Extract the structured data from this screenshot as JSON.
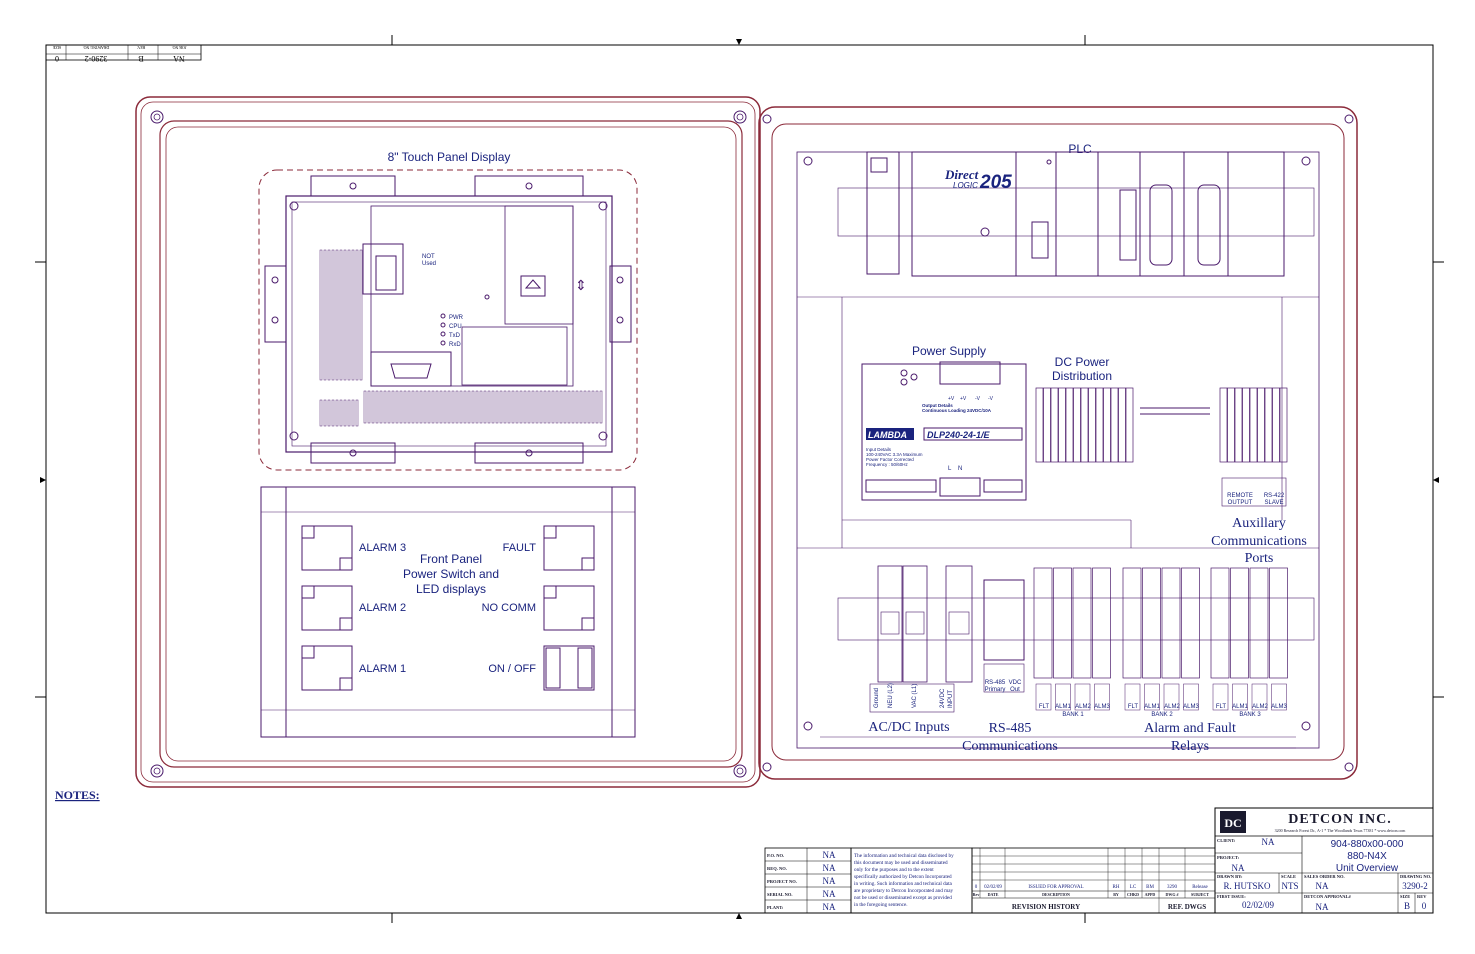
{
  "sheet": {
    "top_stamp": {
      "size": "0",
      "dwg_no": "3290-2",
      "rev": "B",
      "job_no": "NA",
      "hdr_size": "SIZE",
      "hdr_dwg": "DRAWING NO.",
      "hdr_rev": "REV.",
      "hdr_job": "JOB NO."
    },
    "notes_label": "NOTES:"
  },
  "left_panel": {
    "touch_title": "8\" Touch Panel Display",
    "led_labels": [
      "PWR",
      "CPU",
      "TxD",
      "RxD"
    ],
    "not_used": [
      "NOT",
      "Used"
    ],
    "front_panel": [
      "Front Panel",
      "Power Switch and",
      "LED displays"
    ],
    "indicators": {
      "alarm3": "ALARM 3",
      "alarm2": "ALARM 2",
      "alarm1": "ALARM 1",
      "fault": "FAULT",
      "no_comm": "NO COMM",
      "on_off": "ON / OFF"
    }
  },
  "right_panel": {
    "plc_title": "PLC",
    "plc_brand": [
      "Direct",
      "LOGIC",
      "205"
    ],
    "power_supply_title": "Power Supply",
    "ps_brand": "LAMBDA",
    "ps_model": "DLP240-24-1/E",
    "ps_output": [
      "Output Details",
      "Continuous Loading 24VDC/10A"
    ],
    "ps_input": [
      "Input Details",
      "100-240VAC 3.3A Maximum",
      "Power Factor Corrected",
      "Frequency : 50/60Hz"
    ],
    "ps_terminals": [
      "+V",
      "+V",
      "-V",
      "-V"
    ],
    "ps_lnground": [
      "L",
      "N"
    ],
    "dc_dist_title": [
      "DC Power",
      "Distribution"
    ],
    "aux_title": [
      "Auxillary",
      "Communications",
      "Ports"
    ],
    "aux_labels": [
      "REMOTE",
      "OUTPUT",
      "RS-422",
      "SLAVE"
    ],
    "acdc_title": "AC/DC Inputs",
    "acdc_labels": [
      "Ground",
      "NEU (L2)",
      "VAC (L1)",
      "24VDC",
      "INPUT"
    ],
    "rs485_title": [
      "RS-485",
      "Communications"
    ],
    "rs485_labels": [
      "RS-485",
      "Primary",
      "VDC",
      "Out"
    ],
    "relay_title": [
      "Alarm and Fault",
      "Relays"
    ],
    "relay_banks": [
      "BANK 1",
      "BANK 2",
      "BANK 3"
    ],
    "relay_row1": [
      "FLT",
      "ALM1",
      "ALM2",
      "ALM3"
    ],
    "relay_row2": [
      "FLT",
      "ALM1",
      "ALM2",
      "ALM3"
    ],
    "relay_row3": [
      "FLT",
      "ALM1",
      "ALM2",
      "ALM3"
    ]
  },
  "title_block": {
    "company": "DETCON INC.",
    "address": "3200 Research Forest Dr., A-1 * The Woodlands Texas 77381 * www.detcon.com",
    "client_label": "CLIENT:",
    "client_value": "NA",
    "project_label": "PROJECT:",
    "project_value": "NA",
    "drawing_title": [
      "904-880x00-000",
      "880-N4X",
      "Unit Overview"
    ],
    "drawn_by_label": "DRAWN BY:",
    "drawn_by": "R. HUTSKO",
    "scale_label": "SCALE",
    "scale": "NTS",
    "sales_order_label": "SALES ORDER NO.",
    "sales_order": "NA",
    "drawing_no_label": "DRAWING NO.",
    "drawing_no": "3290-2",
    "first_issue_label": "FIRST ISSUE:",
    "first_issue": "02/02/09",
    "approval_label": "DETCON APPROVAL#",
    "approval": "NA",
    "size_label": "SIZE",
    "size": "B",
    "rev_label": "REV",
    "rev": "0",
    "po": {
      "label": "P.O. NO.",
      "value": "NA"
    },
    "req": {
      "label": "REQ. NO.",
      "value": "NA"
    },
    "project_no": {
      "label": "PROJECT NO.",
      "value": "NA"
    },
    "serial": {
      "label": "SERIAL NO.",
      "value": "NA"
    },
    "plant": {
      "label": "PLANT:",
      "value": "NA"
    },
    "disclaimer": [
      "The information and technical data disclosed by",
      "this document may be used and disseminated",
      "only for the purposes and to the extent",
      "specifically authorized by Detcon Incorporated",
      "in writing.  Such information and technical data",
      "are proprietary to Detcon Incorporated and may",
      "not be used or disseminated except as provided",
      "in the foregoing sentence."
    ],
    "revision": {
      "rev": "0",
      "date": "02/02/09",
      "desc": "ISSUED FOR APPROVAL",
      "by": "RH",
      "chkd": "LC",
      "appd": "BM",
      "ecn": "3290",
      "subject": "Release"
    },
    "rev_headers": [
      "Rev",
      "DATE",
      "DESCRIPTION",
      "BY",
      "CHKD",
      "APPD",
      "DWG #",
      "SUBJECT"
    ],
    "revision_history": "REVISION HISTORY",
    "ref_dwgs": "REF. DWGS"
  }
}
